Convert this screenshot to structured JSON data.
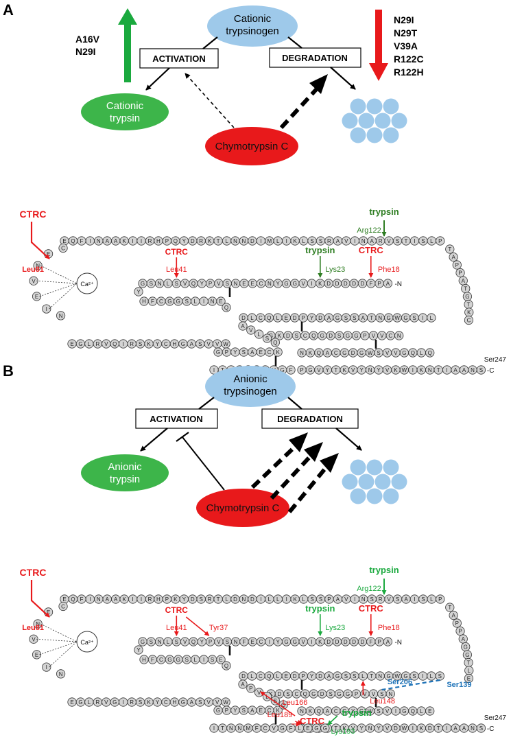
{
  "colors": {
    "accent_red": "#e8191b",
    "accent_green": "#1aa93e",
    "dark_green": "#2e7d22",
    "blue": "#1e73b8",
    "light_blue": "#9ec9ea",
    "trypsin_green": "#3db54a",
    "yellow": "#f0d21c",
    "bead_gray": "#d4d4d4"
  },
  "panel_a": {
    "letter": "A",
    "trypsinogen": "Cationic trypsinogen",
    "activation": "ACTIVATION",
    "degradation": "DEGRADATION",
    "trypsin": "Cationic trypsin",
    "ctrc": "Chymotrypsin C",
    "up_mutations": [
      "A16V",
      "N29I"
    ],
    "down_mutations": [
      "N29I",
      "N29T",
      "V39A",
      "R122C",
      "R122H"
    ],
    "sequence": {
      "top": "EQFINAAKIIRHPQYDRKTLNNDIMLIKLSSRAVINARVSTISLP",
      "tail_right": "TAPPATGTKC",
      "middle": "GSNLSVQYPVSNEECNYGGVIKDDDDDFPA",
      "n_term": "N",
      "loop_left": "CENVEIN",
      "row2": "HFCGGSLINE",
      "row3": "EGLRVQIRSKYCHGASVVW",
      "chain_a": "DLCQLEDPYDAGSSATNGWGSIL",
      "chain_b": "GKDSCQGDSGGPVVCN",
      "chain_c": "NKQACGDGWSVVGQLQ",
      "chain_d": "PGVYTKVYNYVKWIKNTIAANS",
      "c_term": "C",
      "left_chain": "GPYSAECK",
      "left_chain2": "ITSNMFCVGF",
      "mini": "AVLSQ",
      "calcium": "Ca²⁺",
      "ser247": "Ser247"
    },
    "annotations": {
      "ctrc1": "CTRC",
      "leu81": "Leu81",
      "ctrc2": "CTRC",
      "leu41": "Leu41",
      "trypsin1": "trypsin",
      "lys23": "Lys23",
      "ctrc3": "CTRC",
      "phe18": "Phe18",
      "trypsin2": "trypsin",
      "arg122": "Arg122"
    }
  },
  "panel_b": {
    "letter": "B",
    "trypsinogen": "Anionic trypsinogen",
    "activation": "ACTIVATION",
    "degradation": "DEGRADATION",
    "trypsin": "Anionic trypsin",
    "ctrc": "Chymotrypsin C",
    "sequence": {
      "top": "EQFINAAKIIRHPKYDSRTLDNDILLIKLSSPAVINSRVSAISLP",
      "tail_right": "TAPPAGGTLE",
      "middle": "GSNLSVQYPVSNFECIYGGVIKDDDDDFPA",
      "n_term": "N",
      "loop_left": "CENVEIN",
      "row2": "HFCGGSLISE",
      "row3": "EGLRVGIRSKYCHGASVVW",
      "chain_a": "DLCQLEDPYDAGSSLTNGWGSILS",
      "chain_b": "KDSCQGDSGGPVVSN",
      "chain_c": "NKQACGYGWSVIGQLE",
      "chain_d": "PGVYTKVYNYVDWIKDTIAANS",
      "c_term": "C",
      "left_chain": "GPYSAECK",
      "left_chain2": "ITNNMFCVGFLEGG",
      "mini": "APVLSQ",
      "calcium": "Ca²⁺",
      "ser247": "Ser247"
    },
    "annotations": {
      "ctrc1": "CTRC",
      "leu81": "Leu81",
      "ctrc2": "CTRC",
      "leu41": "Leu41",
      "tyr37": "Tyr37",
      "trypsin1": "trypsin",
      "lys23": "Lys23",
      "ctrc3": "CTRC",
      "phe18": "Phe18",
      "trypsin2": "trypsin",
      "arg122": "Arg122",
      "leu148": "Leu148",
      "leu166": "Leu166",
      "leu189": "Leu189",
      "ctrc4": "CTRC",
      "trypsin3": "trypsin",
      "lys193": "Lys193",
      "ser139": "Ser139",
      "ser206": "Ser206"
    }
  }
}
